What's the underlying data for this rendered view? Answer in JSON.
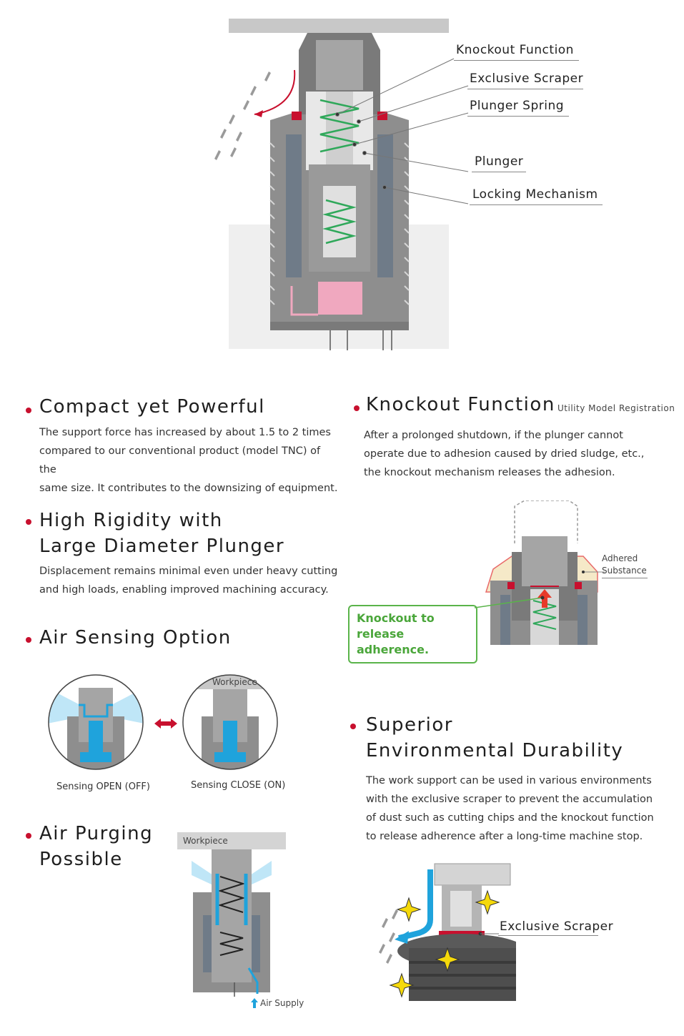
{
  "main_diagram": {
    "callouts": [
      "Knockout Function",
      "Exclusive Scraper",
      "Plunger Spring",
      "Plunger",
      "Locking Mechanism"
    ]
  },
  "features": {
    "compact": {
      "title": "Compact yet Powerful",
      "desc": [
        "The support force has increased by about 1.5 to 2 times",
        "compared to our conventional product (model TNC) of the",
        "same size. It contributes to the downsizing of equipment."
      ]
    },
    "knockout": {
      "title": "Knockout Function",
      "note": "Utility Model Registration",
      "desc": [
        "After a prolonged shutdown, if the plunger cannot",
        "operate due to adhesion caused by dried sludge, etc.,",
        "the knockout mechanism releases the adhesion."
      ],
      "diagram_label": [
        "Adhered",
        "Substance"
      ],
      "box_text": [
        "Knockout to",
        "release adherence."
      ]
    },
    "rigidity": {
      "title": [
        "High Rigidity with",
        "Large Diameter Plunger"
      ],
      "desc": [
        "Displacement remains minimal even under heavy cutting",
        "and high loads, enabling improved machining accuracy."
      ]
    },
    "air_sensing": {
      "title": "Air Sensing Option",
      "workpiece_label": "Workpiece",
      "open_label": "Sensing OPEN (OFF)",
      "close_label": "Sensing CLOSE (ON)"
    },
    "durability": {
      "title": [
        "Superior",
        "Environmental Durability"
      ],
      "desc": [
        "The work support can be used in various environments",
        "with the exclusive scraper to prevent the accumulation",
        "of dust such as cutting chips and the knockout function",
        "to release adherence after a long-time machine stop."
      ],
      "scraper_label": "Exclusive Scraper"
    },
    "air_purging": {
      "title": [
        "Air Purging",
        "Possible"
      ],
      "workpiece_label": "Workpiece",
      "air_supply_label": "Air Supply"
    }
  },
  "colors": {
    "accent_red": "#c8102e",
    "spring_green": "#2fa85a",
    "air_blue": "#1fa3dc",
    "pink": "#f0a8bf",
    "body_gray": "#8e8e8e",
    "dark_gray": "#6b6b6b"
  }
}
